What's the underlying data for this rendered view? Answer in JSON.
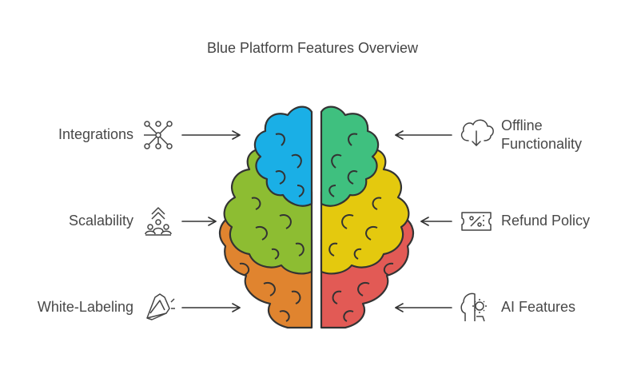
{
  "title": "Blue Platform Features Overview",
  "features": {
    "left": [
      {
        "label": "Integrations",
        "icon": "integrations-icon"
      },
      {
        "label": "Scalability",
        "icon": "scalability-icon"
      },
      {
        "label": "White-Labeling",
        "icon": "white-labeling-icon"
      }
    ],
    "right": [
      {
        "label_line1": "Offline",
        "label_line2": "Functionality",
        "icon": "cloud-download-icon"
      },
      {
        "label": "Refund Policy",
        "icon": "ticket-percent-icon"
      },
      {
        "label": "AI Features",
        "icon": "ai-head-gear-icon"
      }
    ]
  },
  "colors": {
    "blue": "#1aafe6",
    "green_light": "#8dbd32",
    "orange": "#e0842f",
    "teal_green": "#3fc07f",
    "yellow": "#e4c90e",
    "red": "#e25a55",
    "outline": "#333333"
  }
}
